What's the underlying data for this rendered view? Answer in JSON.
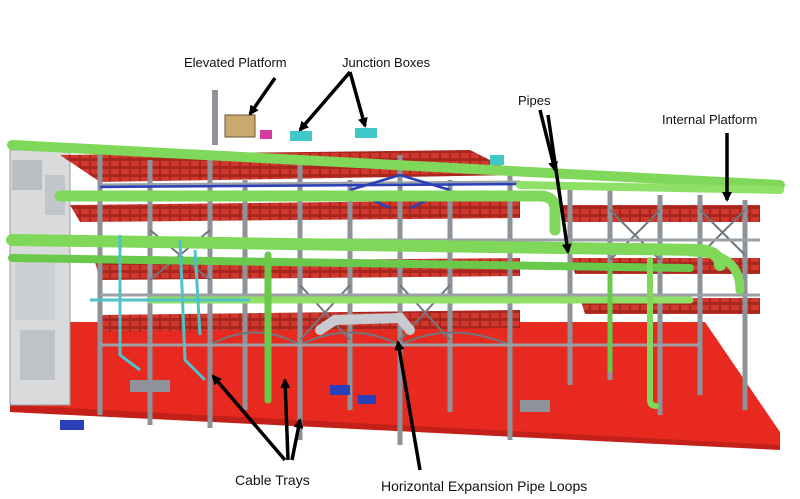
{
  "labels": {
    "elevated_platform": "Elevated Platform",
    "junction_boxes": "Junction Boxes",
    "pipes": "Pipes",
    "internal_platform": "Internal Platform",
    "cable_trays": "Cable Trays",
    "expansion_loops": "Horizontal Expansion Pipe Loops"
  },
  "colors": {
    "deck_red": "#e8291f",
    "beam_red": "#b9231c",
    "pipe_green": "#7fd85a",
    "pipe_green_dark": "#3f9e2c",
    "steel_grey": "#8d9399",
    "cable_tray_cyan": "#4fc1c9",
    "brace_blue": "#2a3fb8",
    "arrow_black": "#000000"
  }
}
